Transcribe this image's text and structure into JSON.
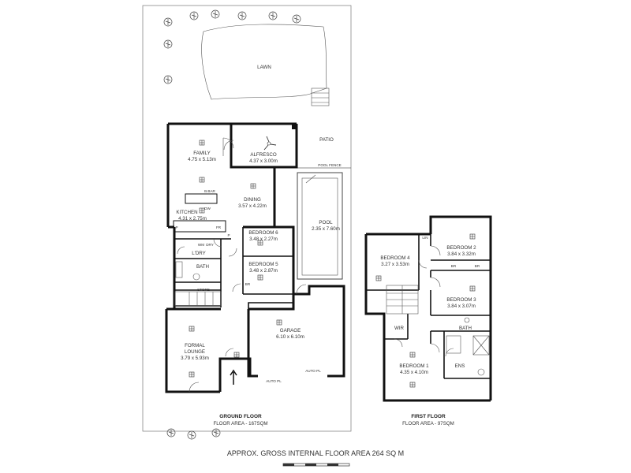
{
  "outdoor": {
    "lawn": "LAWN",
    "patio": "PATIO",
    "pool_fence": "POOL FENCE",
    "pool": "POOL",
    "pool_dim": "2.35 x 7.60m"
  },
  "ground_floor": {
    "family": {
      "name": "FAMILY",
      "dim": "4.75 x 5.13m"
    },
    "alfresco": {
      "name": "ALFRESCO",
      "dim": "4.37 x 3.00m"
    },
    "b_bar": "B.BAR",
    "dw": "DW",
    "dining": {
      "name": "DINING",
      "dim": "3.57 x 4.22m"
    },
    "kitchen": {
      "name": "KITCHEN",
      "dim": "4.31 x 2.75m"
    },
    "p_left": "P",
    "fr": "FR",
    "p_right": "P",
    "bedroom6": {
      "name": "BEDROOM 6",
      "dim": "3.48 x 2.27m"
    },
    "wm": "WM",
    "dry": "DRY",
    "ldry": "L'DRY",
    "bedroom5": {
      "name": "BEDROOM 5",
      "dim": "3.48 x 2.87m"
    },
    "bath": "BATH",
    "br": "BR",
    "store": "STORE",
    "garage": {
      "name": "GARAGE",
      "dim": "6.10 x 6.10m"
    },
    "formal_lounge": {
      "name": "FORMAL",
      "name2": "LOUNGE",
      "dim": "3.79 x 5.93m"
    },
    "auto_pl_1": "AUTO PL",
    "auto_pl_2": "AUTO PL",
    "title": "GROUND FLOOR",
    "area": "FLOOR AREA - 167SQM"
  },
  "first_floor": {
    "lin": "LIN",
    "bedroom4": {
      "name": "BEDROOM 4",
      "dim": "3.27 x 3.53m"
    },
    "bedroom2": {
      "name": "BEDROOM 2",
      "dim": "3.84 x 3.32m"
    },
    "br_a": "BR",
    "br_b": "BR",
    "bedroom3": {
      "name": "BEDROOM 3",
      "dim": "3.84 x 3.07m"
    },
    "wir": "WIR",
    "bath": "BATH",
    "ens": "ENS",
    "bedroom1": {
      "name": "BEDROOM 1",
      "dim": "4.35 x 4.10m"
    },
    "title": "FIRST FLOOR",
    "area": "FLOOR AREA - 97SQM"
  },
  "footer": "APPROX. GROSS INTERNAL FLOOR AREA  264 SQ M"
}
